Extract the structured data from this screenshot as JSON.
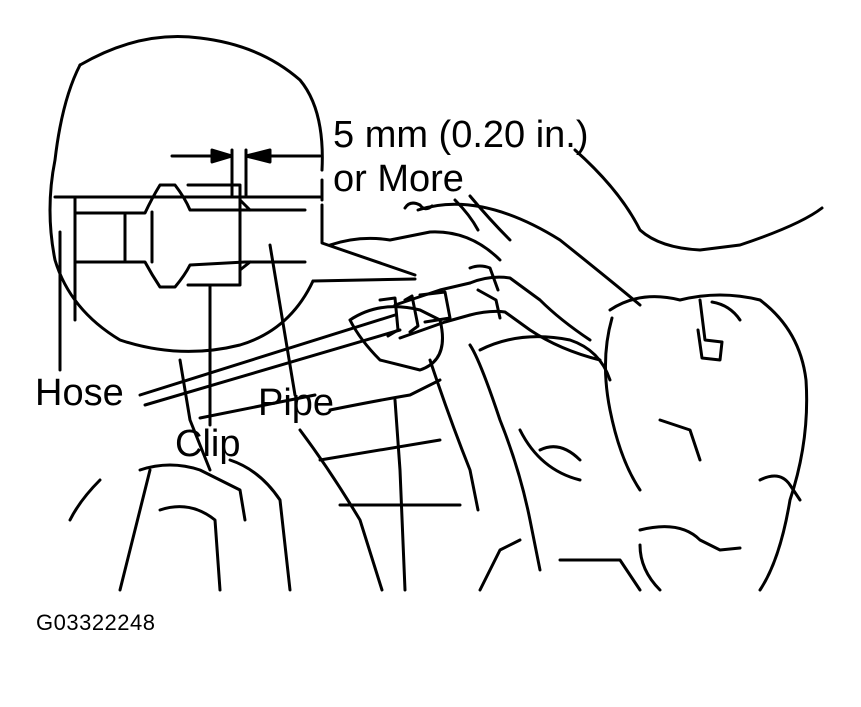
{
  "labels": {
    "dimension_line1": "5 mm (0.20 in.)",
    "dimension_line2": "or More",
    "hose": "Hose",
    "pipe": "Pipe",
    "clip": "Clip",
    "figure_code": "G03322248"
  },
  "colors": {
    "ink": "#000000",
    "paper": "#ffffff"
  }
}
